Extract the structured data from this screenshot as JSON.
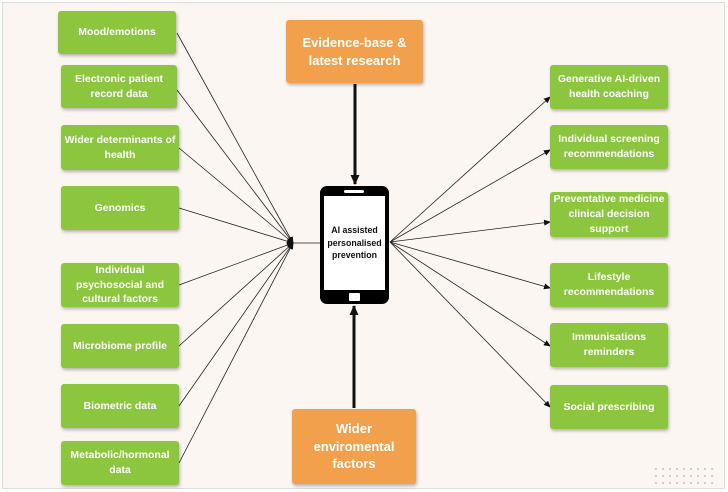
{
  "inputs": [
    {
      "label": "Mood/emotions"
    },
    {
      "label": "Electronic patient record data"
    },
    {
      "label": "Wider determinants of health"
    },
    {
      "label": "Genomics"
    },
    {
      "label": "Individual psychosocial and cultural factors"
    },
    {
      "label": "Microbiome profile"
    },
    {
      "label": "Biometric data"
    },
    {
      "label": "Metabolic/hormonal data"
    }
  ],
  "outputs": [
    {
      "label": "Generative AI-driven health coaching"
    },
    {
      "label": "Individual screening recommendations"
    },
    {
      "label": "Preventative medicine clinical decision support"
    },
    {
      "label": "Lifestyle recommendations"
    },
    {
      "label": "Immunisations reminders"
    },
    {
      "label": "Social prescribing"
    }
  ],
  "top_box": {
    "label": "Evidence-base & latest research"
  },
  "bottom_box": {
    "label": "Wider enviromental factors"
  },
  "center": {
    "label": "AI assisted personalised prevention"
  },
  "colors": {
    "green": "#8cc63f",
    "orange": "#f2a04b",
    "phone": "#000000",
    "background": "#fcf6f3"
  }
}
